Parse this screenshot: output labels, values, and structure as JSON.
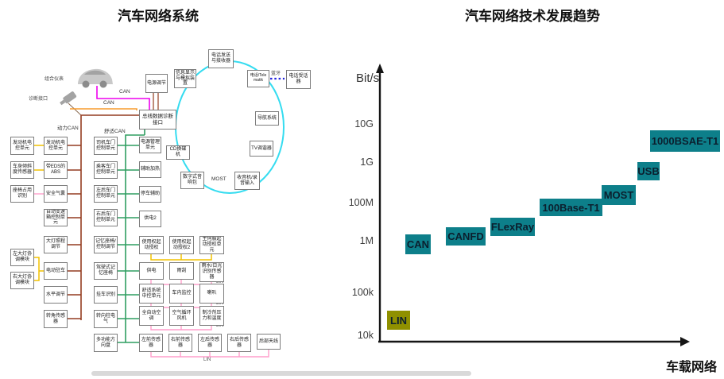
{
  "left": {
    "title": "汽车网络系统",
    "labels": {
      "cluster": "组合仪表",
      "diag": "诊断接口",
      "can_cluster": "CAN",
      "can_diag": "CAN",
      "power_can": "动力CAN",
      "comfort_can": "舒适CAN",
      "most": "MOST",
      "bluetooth": "蓝牙",
      "lin1": "LIN",
      "lin2": "LIN",
      "lin3": "LIN",
      "lin4": "LIN"
    },
    "gateway": "总线数据诊断接口",
    "voltage_reg": "电源调节",
    "ring": [
      "电话发送与接收器",
      "信息显示与模拟装置",
      "电话/Telematik",
      "电话受话器",
      "导航系统",
      "TV调谐器",
      "收音机/录音输入",
      "数字式音响包",
      "CD换碟机"
    ],
    "col1": [
      "发动机电控单元",
      "车身倾斜度传感器",
      "座椅占用识别",
      "左大灯协调模块",
      "右大灯协调模块"
    ],
    "col2": [
      "发动机电控单元",
      "带EDS的ABS",
      "安全气囊",
      "自动变速箱控制单元",
      "大灯照程调节",
      "电动驻车",
      "水平调节",
      "转角传感器"
    ],
    "col3": [
      "司机车门控制单元",
      "乘客车门控制单元",
      "左后车门控制单元",
      "右后车门控制单元",
      "记忆座椅/控制调节",
      "驾驶式记忆座椅",
      "挂车识别",
      "转向柱电气",
      "多功能方向盘"
    ],
    "mid": [
      "电源管理单元",
      "辅助加热",
      "停车辅助",
      "供电2"
    ],
    "rows": {
      "a": [
        "使用权起动授权",
        "使用权起动授权2",
        "主伺服起动授权单元"
      ],
      "b": [
        "供电",
        "雨刮",
        "雨水/日光识别传感器"
      ],
      "c": [
        "舒适系统中控单元",
        "车内监控",
        "喇叭"
      ],
      "d": [
        "全自动空调",
        "空气循环风机",
        "制冷剂压力和温度"
      ],
      "e": [
        "左前传感器",
        "右前传感器",
        "左后传感器",
        "右后传感器",
        "后部天线"
      ]
    }
  },
  "right": {
    "title": "汽车网络技术发展趋势",
    "chart_data": {
      "type": "scatter",
      "title": "汽车网络技术发展趋势",
      "ylabel": "Bit/s",
      "xlabel": "车载网络",
      "yticks": [
        "10G",
        "1G",
        "100M",
        "1M",
        "100k",
        "10k"
      ],
      "y_scale": "log",
      "grid": false,
      "colors": {
        "default": "#0d7f8a",
        "lin": "#8f9000"
      },
      "points": [
        {
          "label": "LIN",
          "bitrate_bps_approx": 20000
        },
        {
          "label": "CAN",
          "bitrate_bps_approx": 1000000
        },
        {
          "label": "CANFD",
          "bitrate_bps_approx": 2000000
        },
        {
          "label": "FLexRay",
          "bitrate_bps_approx": 10000000
        },
        {
          "label": "100Base-T1",
          "bitrate_bps_approx": 100000000
        },
        {
          "label": "MOST",
          "bitrate_bps_approx": 150000000
        },
        {
          "label": "USB",
          "bitrate_bps_approx": 480000000
        },
        {
          "label": "1000BSAE-T1",
          "bitrate_bps_approx": 2000000000
        }
      ]
    }
  }
}
